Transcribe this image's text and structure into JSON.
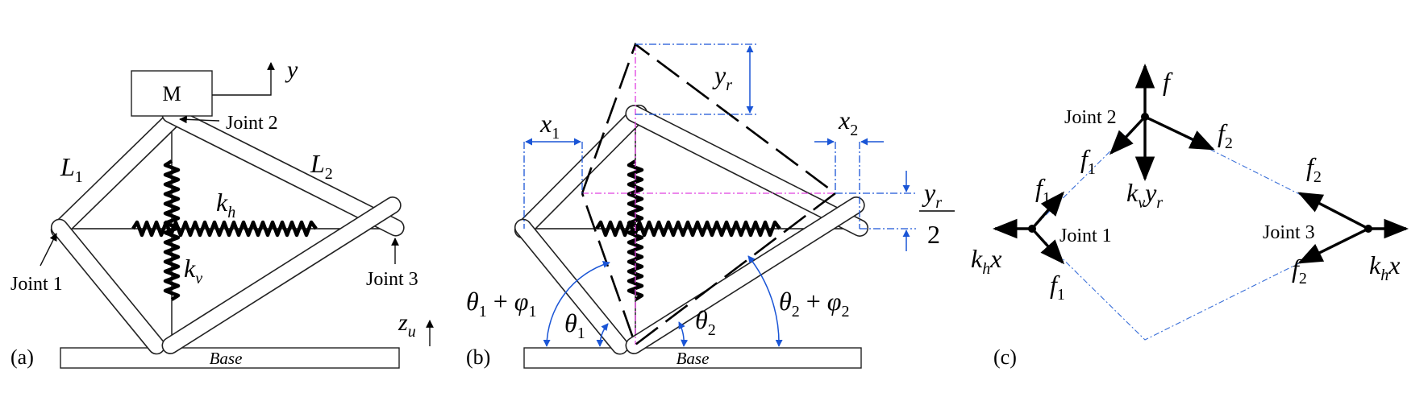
{
  "panels": {
    "a": {
      "tag": "(a)",
      "mass": "M",
      "y_axis": "y",
      "joint1": "Joint 1",
      "joint2": "Joint 2",
      "joint3": "Joint 3",
      "L1": {
        "base": "L",
        "sub": "1"
      },
      "L2": {
        "base": "L",
        "sub": "2"
      },
      "kh": {
        "base": "k",
        "sub": "h"
      },
      "kv": {
        "base": "k",
        "sub": "v"
      },
      "base": "Base",
      "zu": {
        "base": "z",
        "sub": "u"
      }
    },
    "b": {
      "tag": "(b)",
      "x1": {
        "base": "x",
        "sub": "1"
      },
      "x2": {
        "base": "x",
        "sub": "2"
      },
      "yr": {
        "base": "y",
        "sub": "r"
      },
      "yr_half_num": {
        "base": "y",
        "sub": "r"
      },
      "yr_half_den": "2",
      "theta1": {
        "base": "θ",
        "sub": "1"
      },
      "theta2": {
        "base": "θ",
        "sub": "2"
      },
      "theta1_phi1": {
        "t": "θ",
        "t_sub": "1",
        "op": " + ",
        "p": "φ",
        "p_sub": "1"
      },
      "theta2_phi2": {
        "t": "θ",
        "t_sub": "2",
        "op": " + ",
        "p": "φ",
        "p_sub": "2"
      },
      "base": "Base"
    },
    "c": {
      "tag": "(c)",
      "joint1": "Joint 1",
      "joint2": "Joint 2",
      "joint3": "Joint 3",
      "f": "f",
      "f1": {
        "base": "f",
        "sub": "1"
      },
      "f2": {
        "base": "f",
        "sub": "2"
      },
      "kv_yr": {
        "k": "k",
        "k_sub": "v",
        "y": "y",
        "y_sub": "r"
      },
      "kh_x": {
        "k": "k",
        "k_sub": "h",
        "x": "x"
      }
    }
  }
}
